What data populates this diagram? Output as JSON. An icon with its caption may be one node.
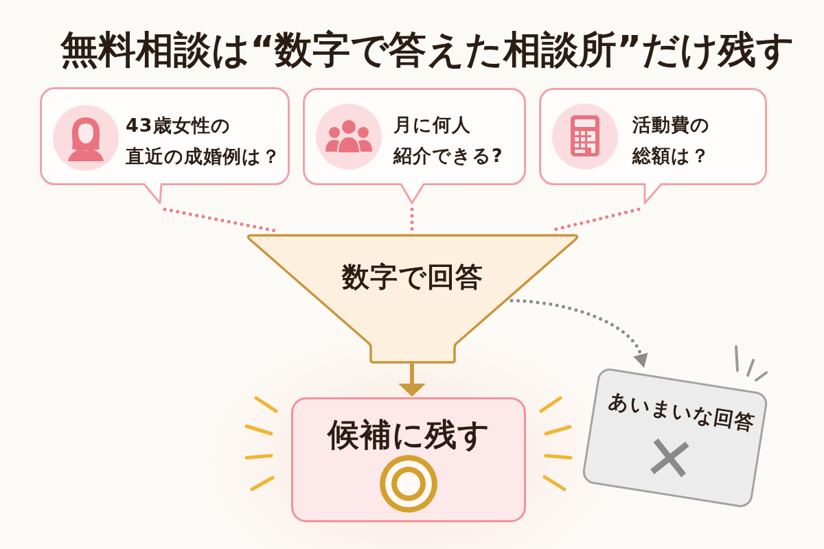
{
  "diagram": {
    "title": "無料相談は“数字で答えた相談所”だけ残す",
    "nodes": [
      {
        "text": [
          "43歳女性の直近の成婚例は？"
        ]
      },
      {
        "text": [
          "月に何人紹介できる?"
        ]
      },
      {
        "text": [
          "活動費の総額は？"
        ]
      },
      {
        "text": [
          "数字で回答"
        ]
      },
      {
        "text": [
          "候補に残す"
        ]
      },
      {
        "text": [
          "あいまいな回答"
        ]
      }
    ],
    "edges": [
      {
        "from": 0,
        "to": 3,
        "arrow": "none",
        "style": "dashed"
      },
      {
        "from": 1,
        "to": 3,
        "arrow": "none",
        "style": "dashed"
      },
      {
        "from": 2,
        "to": 3,
        "arrow": "none",
        "style": "dashed"
      },
      {
        "from": 3,
        "to": 4,
        "arrow": "to",
        "color": "#c9993f"
      },
      {
        "from": 3,
        "to": 5,
        "arrow": "to",
        "style": "dashed",
        "color": "#8c8c8c"
      }
    ]
  }
}
